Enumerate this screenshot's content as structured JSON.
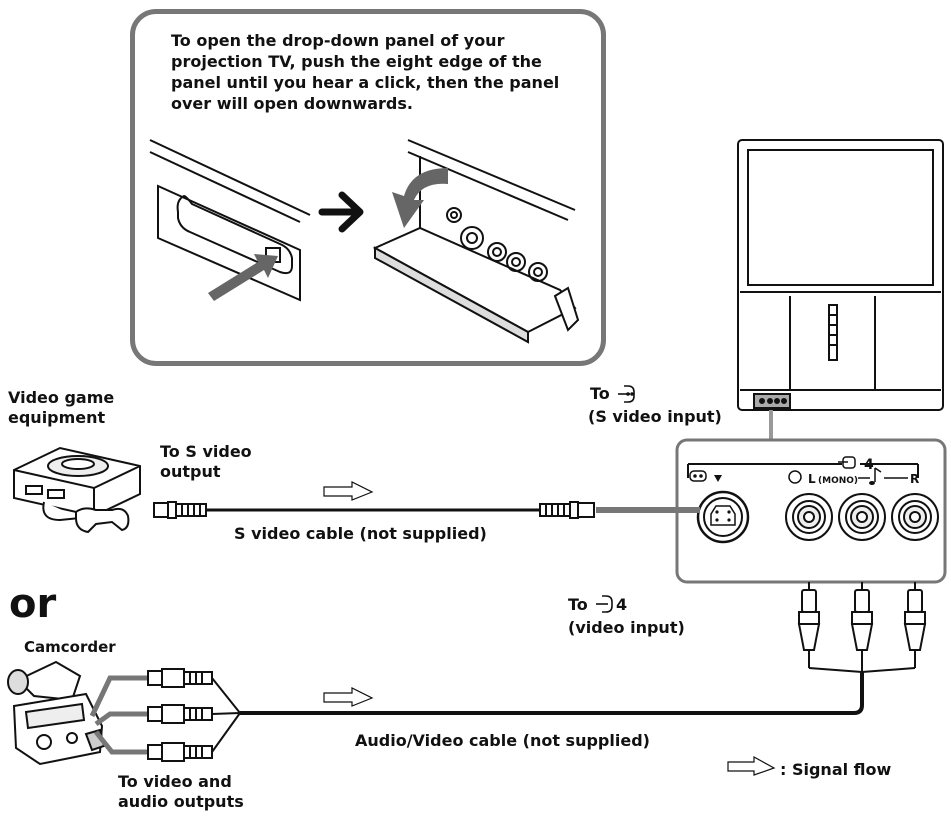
{
  "callout": {
    "instruction": "To open the drop-down panel of your projection TV, push the eight edge of the panel until you hear a click, then the panel over will open downwards."
  },
  "labels": {
    "video_game": "Video game\nequipment",
    "to_s_video_output": "To S video\noutput",
    "s_video_cable": "S video cable (not supplied)",
    "or": "or",
    "camcorder": "Camcorder",
    "to_av_outputs": "To video and\naudio outputs",
    "av_cable": "Audio/Video cable (not supplied)",
    "to_s_input_prefix": "To",
    "s_video_input": "(S video input)",
    "to_video_input_4": "To",
    "video_input_4_num": "4",
    "video_input": "(video input)",
    "signal_flow": ": Signal flow"
  },
  "panel": {
    "input_number": "4",
    "left_mono": "L",
    "mono": "(MONO)",
    "right": "R"
  },
  "icons": [
    "s-video-input-icon",
    "video-input-icon",
    "audio-note-icon",
    "signal-flow-arrow-icon"
  ]
}
